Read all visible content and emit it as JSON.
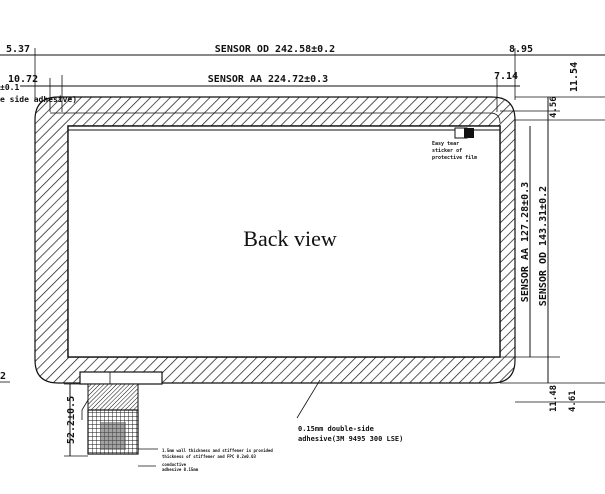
{
  "view_title": "Back view",
  "top_dims": {
    "left_offset": "5.37",
    "sensor_od_width": "SENSOR OD 242.58±0.2",
    "right_offset": "8.95",
    "aa_left_offset": "10.72",
    "aa_tolerance": "±0.1",
    "sensor_aa_width": "SENSOR AA 224.72±0.3",
    "aa_right_offset": "7.14"
  },
  "right_dims": {
    "top_outer": "11.54",
    "top_inner": "4.56",
    "sensor_aa_height": "SENSOR AA 127.28±0.3",
    "sensor_od_height": "SENSOR OD 143.31±0.2",
    "bottom_inner": "11.48",
    "bottom_outer": "4.61"
  },
  "left_notes": {
    "adhesive_label": "e side adhesive)",
    "bottom_marker": "2"
  },
  "fpc": {
    "length_dim": "52.2±0.5",
    "note_line1": "1.5mm wall thickness and stiffener is provided",
    "note_line2": "thickness of stiffener and FPC 0.2±0.03",
    "note_line3": "conductive",
    "note_line4": "adhesive 0.15mm"
  },
  "sticker_note": [
    "Easy tear",
    "sticker of",
    "protective film"
  ],
  "adhesive_note": [
    "0.15mm double-side",
    "adhesive(3M 9495 300 LSE)"
  ]
}
